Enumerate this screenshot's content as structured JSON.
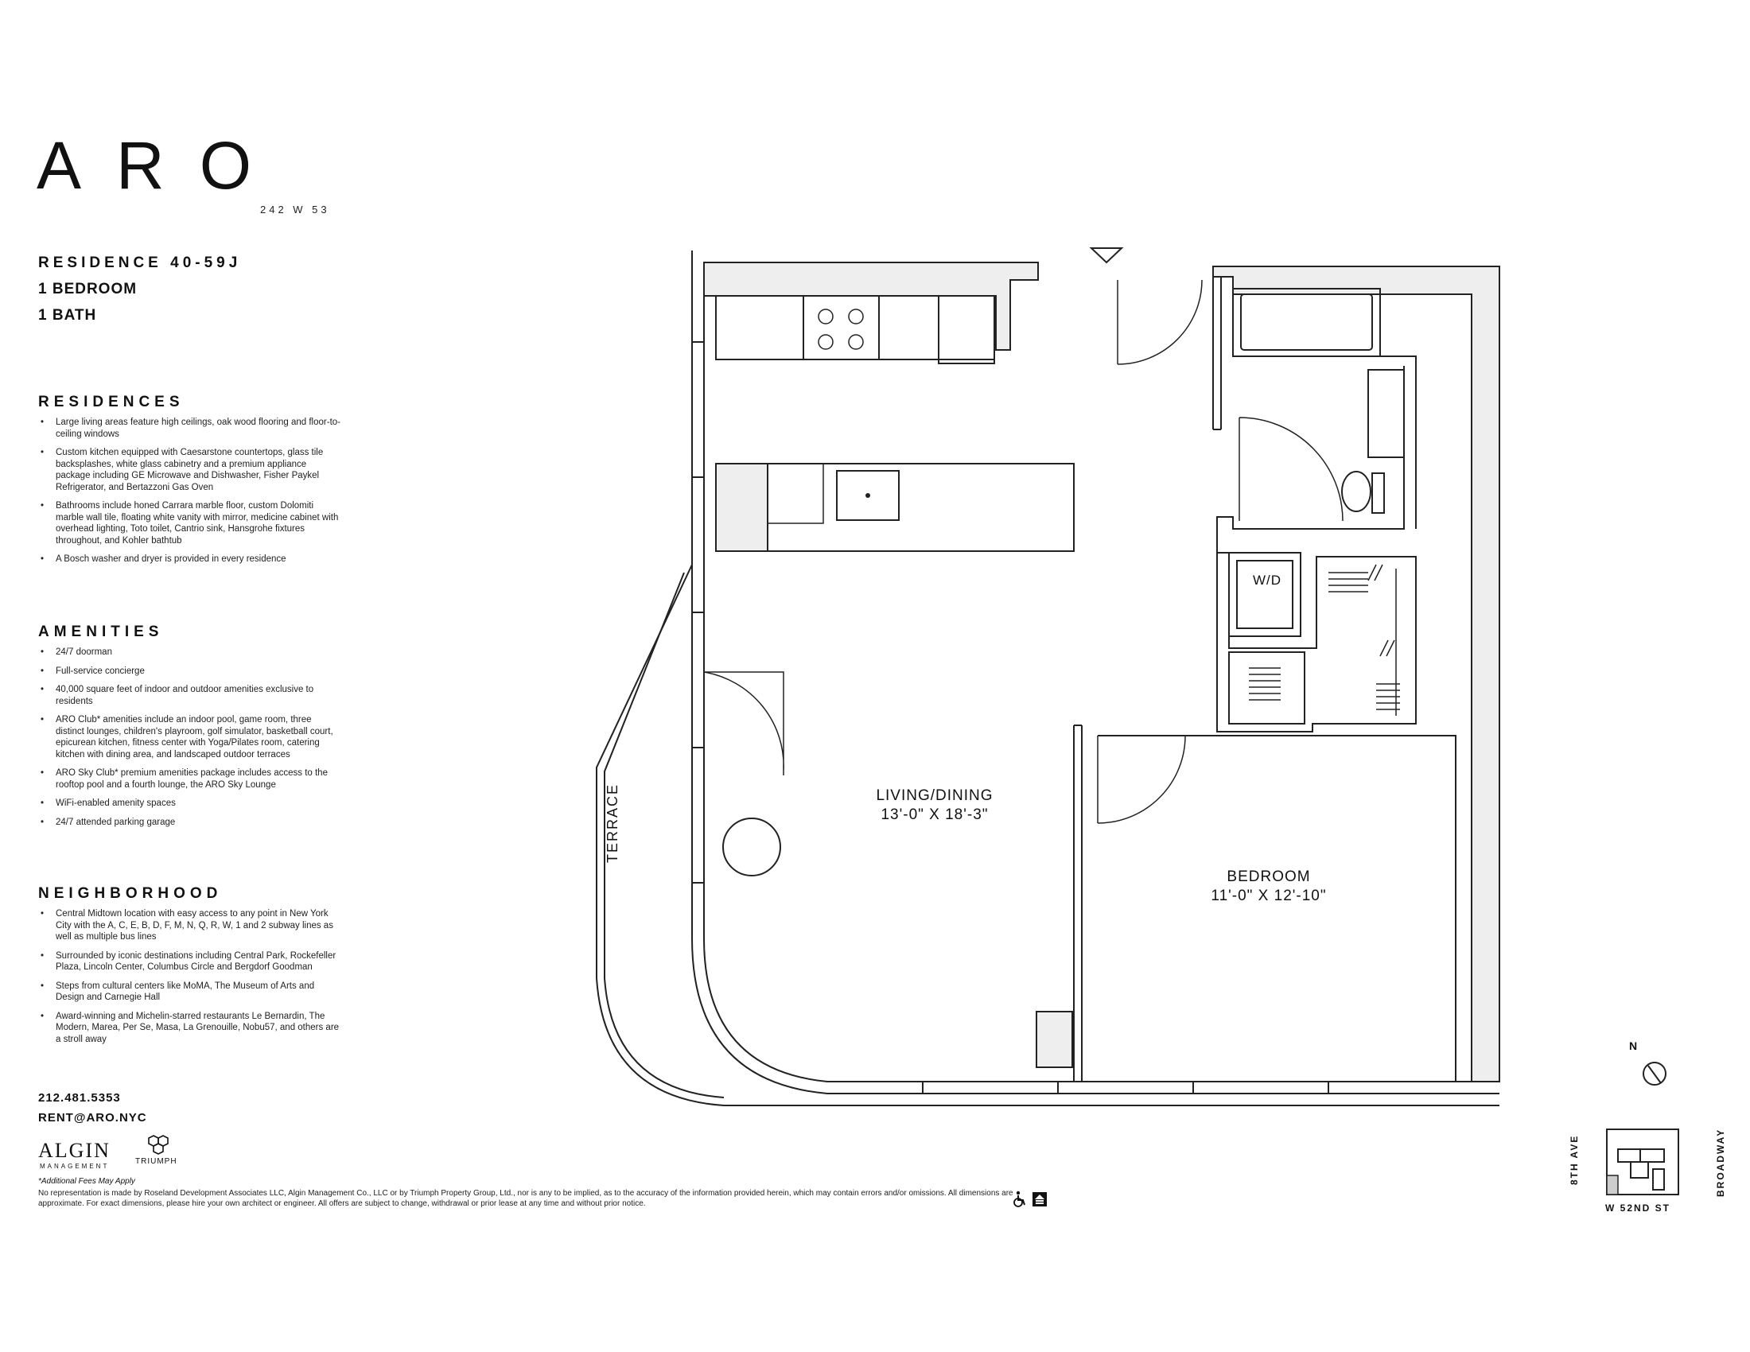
{
  "brand": {
    "logo": "ARO",
    "address": "242 W 53"
  },
  "residence": {
    "title": "RESIDENCE 40-59J",
    "bedrooms": "1 BEDROOM",
    "baths": "1 BATH"
  },
  "sections": {
    "residences": {
      "title": "RESIDENCES",
      "items": [
        "Large living areas feature high ceilings, oak wood flooring and floor-to-ceiling windows",
        "Custom kitchen equipped with Caesarstone countertops, glass tile backsplashes, white glass cabinetry and a premium appliance package including GE Microwave and Dishwasher, Fisher Paykel Refrigerator, and Bertazzoni Gas Oven",
        "Bathrooms include honed Carrara marble floor, custom Dolomiti marble wall tile, floating white vanity with mirror, medicine cabinet with overhead lighting, Toto toilet, Cantrio sink, Hansgrohe fixtures throughout, and Kohler bathtub",
        "A Bosch washer and dryer is provided in every residence"
      ]
    },
    "amenities": {
      "title": "AMENITIES",
      "items": [
        "24/7 doorman",
        "Full-service concierge",
        "40,000 square feet of indoor and outdoor amenities exclusive to residents",
        "ARO Club* amenities include an indoor pool, game room, three distinct lounges, children's playroom, golf simulator, basketball court, epicurean kitchen, fitness center with Yoga/Pilates room, catering kitchen with dining area, and landscaped outdoor terraces",
        "ARO Sky Club* premium amenities package includes access to the rooftop pool and a fourth lounge, the ARO Sky Lounge",
        "WiFi-enabled amenity spaces",
        "24/7 attended parking garage"
      ]
    },
    "neighborhood": {
      "title": "NEIGHBORHOOD",
      "items": [
        "Central Midtown location with easy access to any point in New York City with the A, C, E, B, D, F, M, N, Q, R, W, 1 and 2 subway lines as well as multiple bus lines",
        "Surrounded by iconic destinations including Central Park, Rockefeller Plaza, Lincoln Center, Columbus Circle and Bergdorf Goodman",
        "Steps from cultural centers like MoMA, The Museum of Arts and Design and Carnegie Hall",
        "Award-winning and Michelin-starred restaurants Le Bernardin, The Modern, Marea, Per Se, Masa, La Grenouille, Nobu57, and others are a stroll away"
      ]
    }
  },
  "contact": {
    "phone": "212.481.5353",
    "email": "RENT@ARO.NYC"
  },
  "partners": {
    "algin": "ALGIN",
    "algin_sub": "MANAGEMENT",
    "triumph": "TRIUMPH"
  },
  "footer": {
    "fees": "*Additional Fees May Apply",
    "disclaimer": "No representation is made by Roseland Development Associates LLC, Algin Management Co., LLC or by Triumph Property Group, Ltd., nor is any to be implied, as to the accuracy of the information provided herein, which may contain errors and/or omissions. All dimensions are approximate. For exact dimensions, please hire your own architect or engineer. All offers are subject to change, withdrawal or prior lease at any time and without prior notice."
  },
  "plan": {
    "living": {
      "name": "LIVING/DINING",
      "size": "13'-0\" X 18'-3\""
    },
    "bedroom": {
      "name": "BEDROOM",
      "size": "11'-0\" X 12'-10\""
    },
    "wd": "W/D",
    "terrace": "TERRACE"
  },
  "keymap": {
    "north": "N",
    "street_left": "8TH AVE",
    "street_right": "BROADWAY",
    "street_bottom": "W 52ND ST"
  }
}
